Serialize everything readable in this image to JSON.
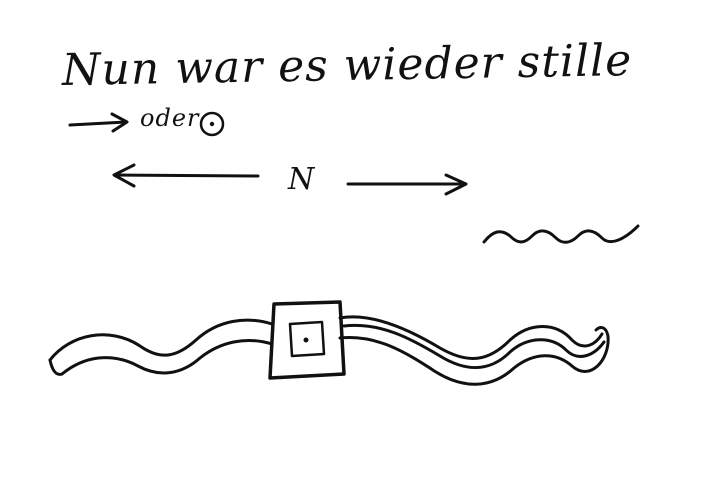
{
  "sketch": {
    "headline": "Nun war es wieder stille",
    "alternative_note": "oder",
    "direction_label": "N"
  },
  "colors": {
    "ink": "#111111",
    "paper": "#ffffff"
  },
  "icons": {
    "small_arrow": "right-arrow-icon",
    "circled_dot": "circled-dot-icon",
    "double_arrow": "left-right-arrow-icon",
    "wave": "wave-icon",
    "river": "wavy-band-icon",
    "square_frame": "square-frame-icon"
  }
}
